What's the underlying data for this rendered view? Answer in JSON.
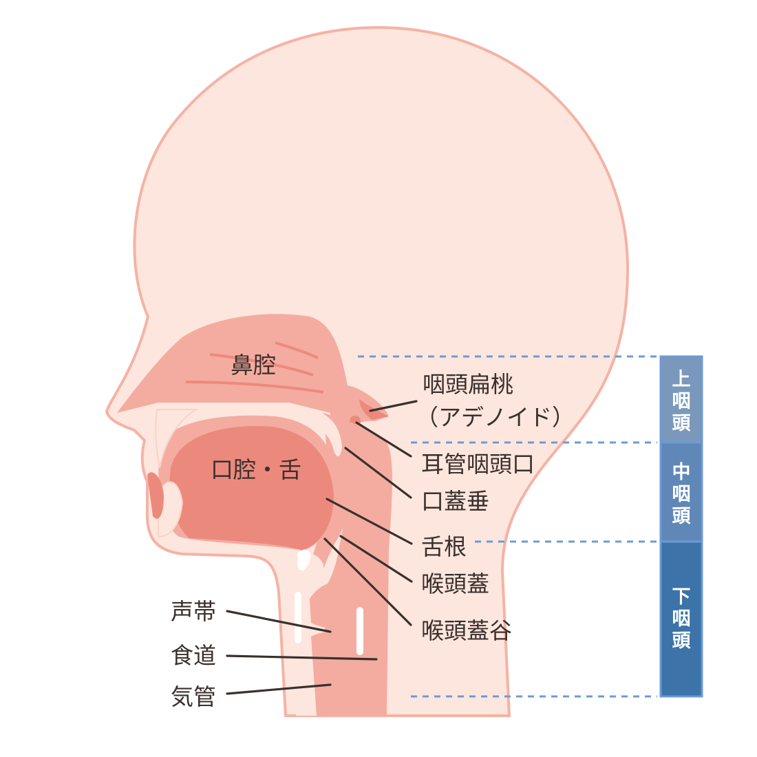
{
  "labels": {
    "nasal_cavity": "鼻腔",
    "oral_cavity_tongue": "口腔・舌",
    "pharyngeal_tonsil": "咽頭扁桃",
    "adenoid": "（アデノイド）",
    "eustachian_opening": "耳管咽頭口",
    "uvula": "口蓋垂",
    "tongue_root": "舌根",
    "epiglottis": "喉頭蓋",
    "vallecula": "喉頭蓋谷",
    "vocal_cords": "声帯",
    "esophagus": "食道",
    "trachea": "気管"
  },
  "regions": [
    {
      "chars": [
        "上",
        "咽",
        "頭"
      ],
      "color": "#7a98bb"
    },
    {
      "chars": [
        "中",
        "咽",
        "頭"
      ],
      "color": "#5f87b8"
    },
    {
      "chars": [
        "下",
        "咽",
        "頭"
      ],
      "color": "#3c73a8"
    }
  ],
  "colors": {
    "skin": "#fde6dd",
    "outline": "#f4b3a5",
    "tissue": "#f4aca0",
    "tongue": "#ec897d",
    "guide": "#6c9ad6"
  }
}
